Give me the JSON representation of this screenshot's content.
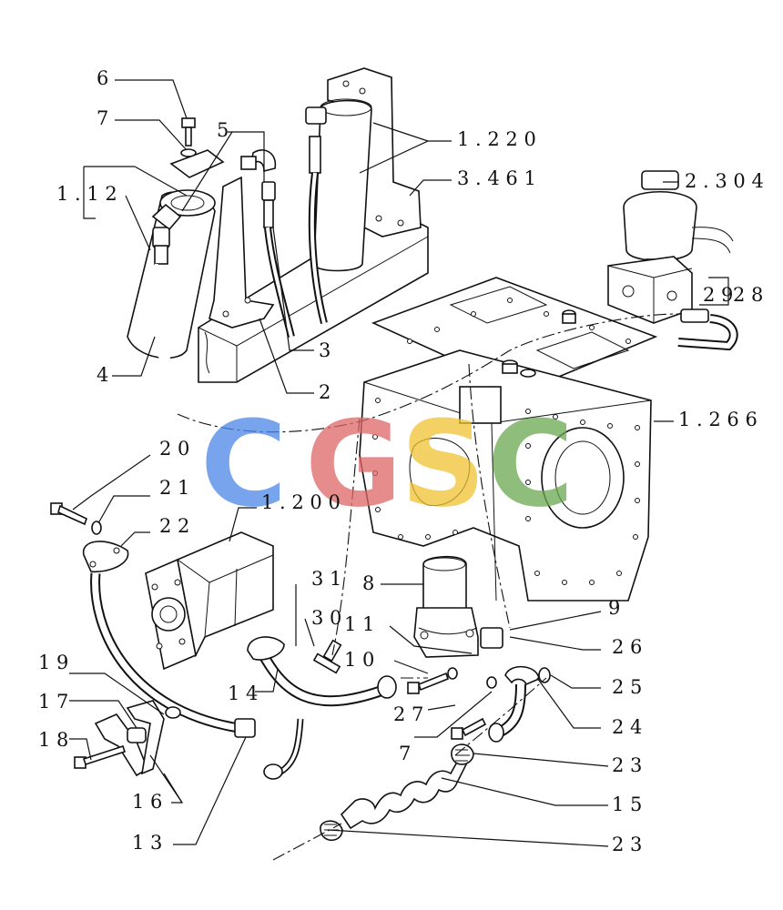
{
  "labels": {
    "l6": "6",
    "l7a": "7",
    "l5": "5",
    "l1_12": "1 . 1 2",
    "l4": "4",
    "l3": "3",
    "l2": "2",
    "l1_220": "1 . 2 2 0",
    "l3_461": "3 . 4 6 1",
    "l2_304": "2 . 3 0 4",
    "l29": "2 9",
    "l28": "2 8",
    "l1_266": "1 . 2 6 6",
    "l20": "2 0",
    "l21": "2 1",
    "l22": "2 2",
    "l1_200": "1 . 2 0 0",
    "l31": "3 1",
    "l30": "3 0",
    "l8": "8",
    "l9": "9",
    "l11": "1 1",
    "l10": "1 0",
    "l26": "2 6",
    "l25": "2 5",
    "l24": "2 4",
    "l27": "2 7",
    "l7b": "7",
    "l23a": "2 3",
    "l15": "1 5",
    "l23b": "2 3",
    "l19": "1 9",
    "l17": "1 7",
    "l18": "1 8",
    "l16": "1 6",
    "l14": "1 4",
    "l13": "1 3"
  },
  "watermark": {
    "letters": [
      "C",
      "G",
      "S",
      "C"
    ],
    "colors": [
      "#4a86e8",
      "#e06666",
      "#f1c232",
      "#6aa84f"
    ]
  }
}
